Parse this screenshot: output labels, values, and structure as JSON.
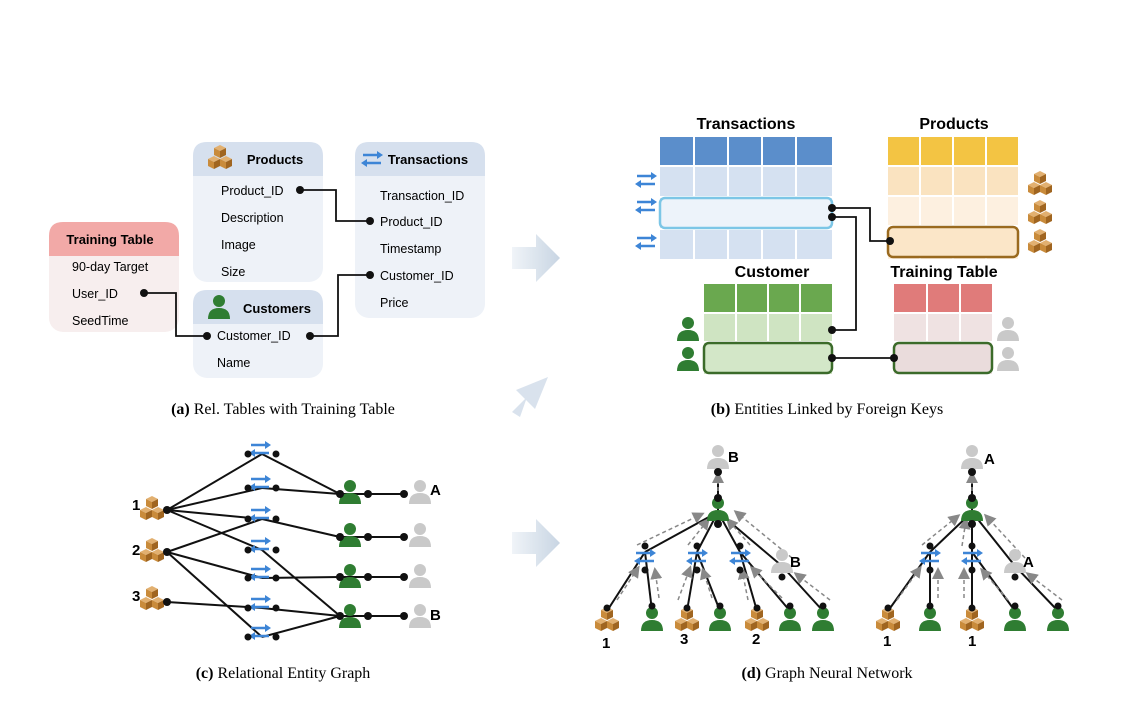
{
  "panel_a": {
    "training_table": {
      "title": "Training Table",
      "rows": [
        "90-day Target",
        "User_ID",
        "SeedTime"
      ]
    },
    "products": {
      "title": "Products",
      "rows": [
        "Product_ID",
        "Description",
        "Image",
        "Size"
      ]
    },
    "transactions": {
      "title": "Transactions",
      "rows": [
        "Transaction_ID",
        "Product_ID",
        "Timestamp",
        "Customer_ID",
        "Price"
      ]
    },
    "customers": {
      "title": "Customers",
      "rows": [
        "Customer_ID",
        "Name"
      ]
    },
    "caption_bold": "(a)",
    "caption_text": " Rel. Tables with Training Table"
  },
  "panel_b": {
    "transactions_label": "Transactions",
    "products_label": "Products",
    "customer_label": "Customer",
    "training_label": "Training Table",
    "caption_bold": "(b)",
    "caption_text": " Entities Linked by Foreign Keys"
  },
  "panel_c": {
    "product_labels": [
      "1",
      "2",
      "3"
    ],
    "user_labels": [
      "A",
      "B"
    ],
    "caption_bold": "(c)",
    "caption_text": " Relational Entity Graph"
  },
  "panel_d": {
    "tree1_root": "B",
    "tree1_leaf_user": "B",
    "tree1_leaf_labels": [
      "1",
      "3",
      "2"
    ],
    "tree2_root": "A",
    "tree2_leaf_user": "A",
    "tree2_leaf_labels": [
      "1",
      "1"
    ],
    "caption_bold": "(d)",
    "caption_text": " Graph Neural Network"
  },
  "colors": {
    "transactions_blue": "#5b8ecb",
    "products_yellow": "#f3c443",
    "customer_green": "#6aa84f",
    "training_red": "#e06f6f",
    "box_brown": "#b57a30",
    "person_green": "#2f7d32",
    "person_gray": "#c7c7c7",
    "arrow_blue": "#3d85d6"
  },
  "icons": [
    "box-icon",
    "person-icon",
    "swap-arrows-icon"
  ]
}
